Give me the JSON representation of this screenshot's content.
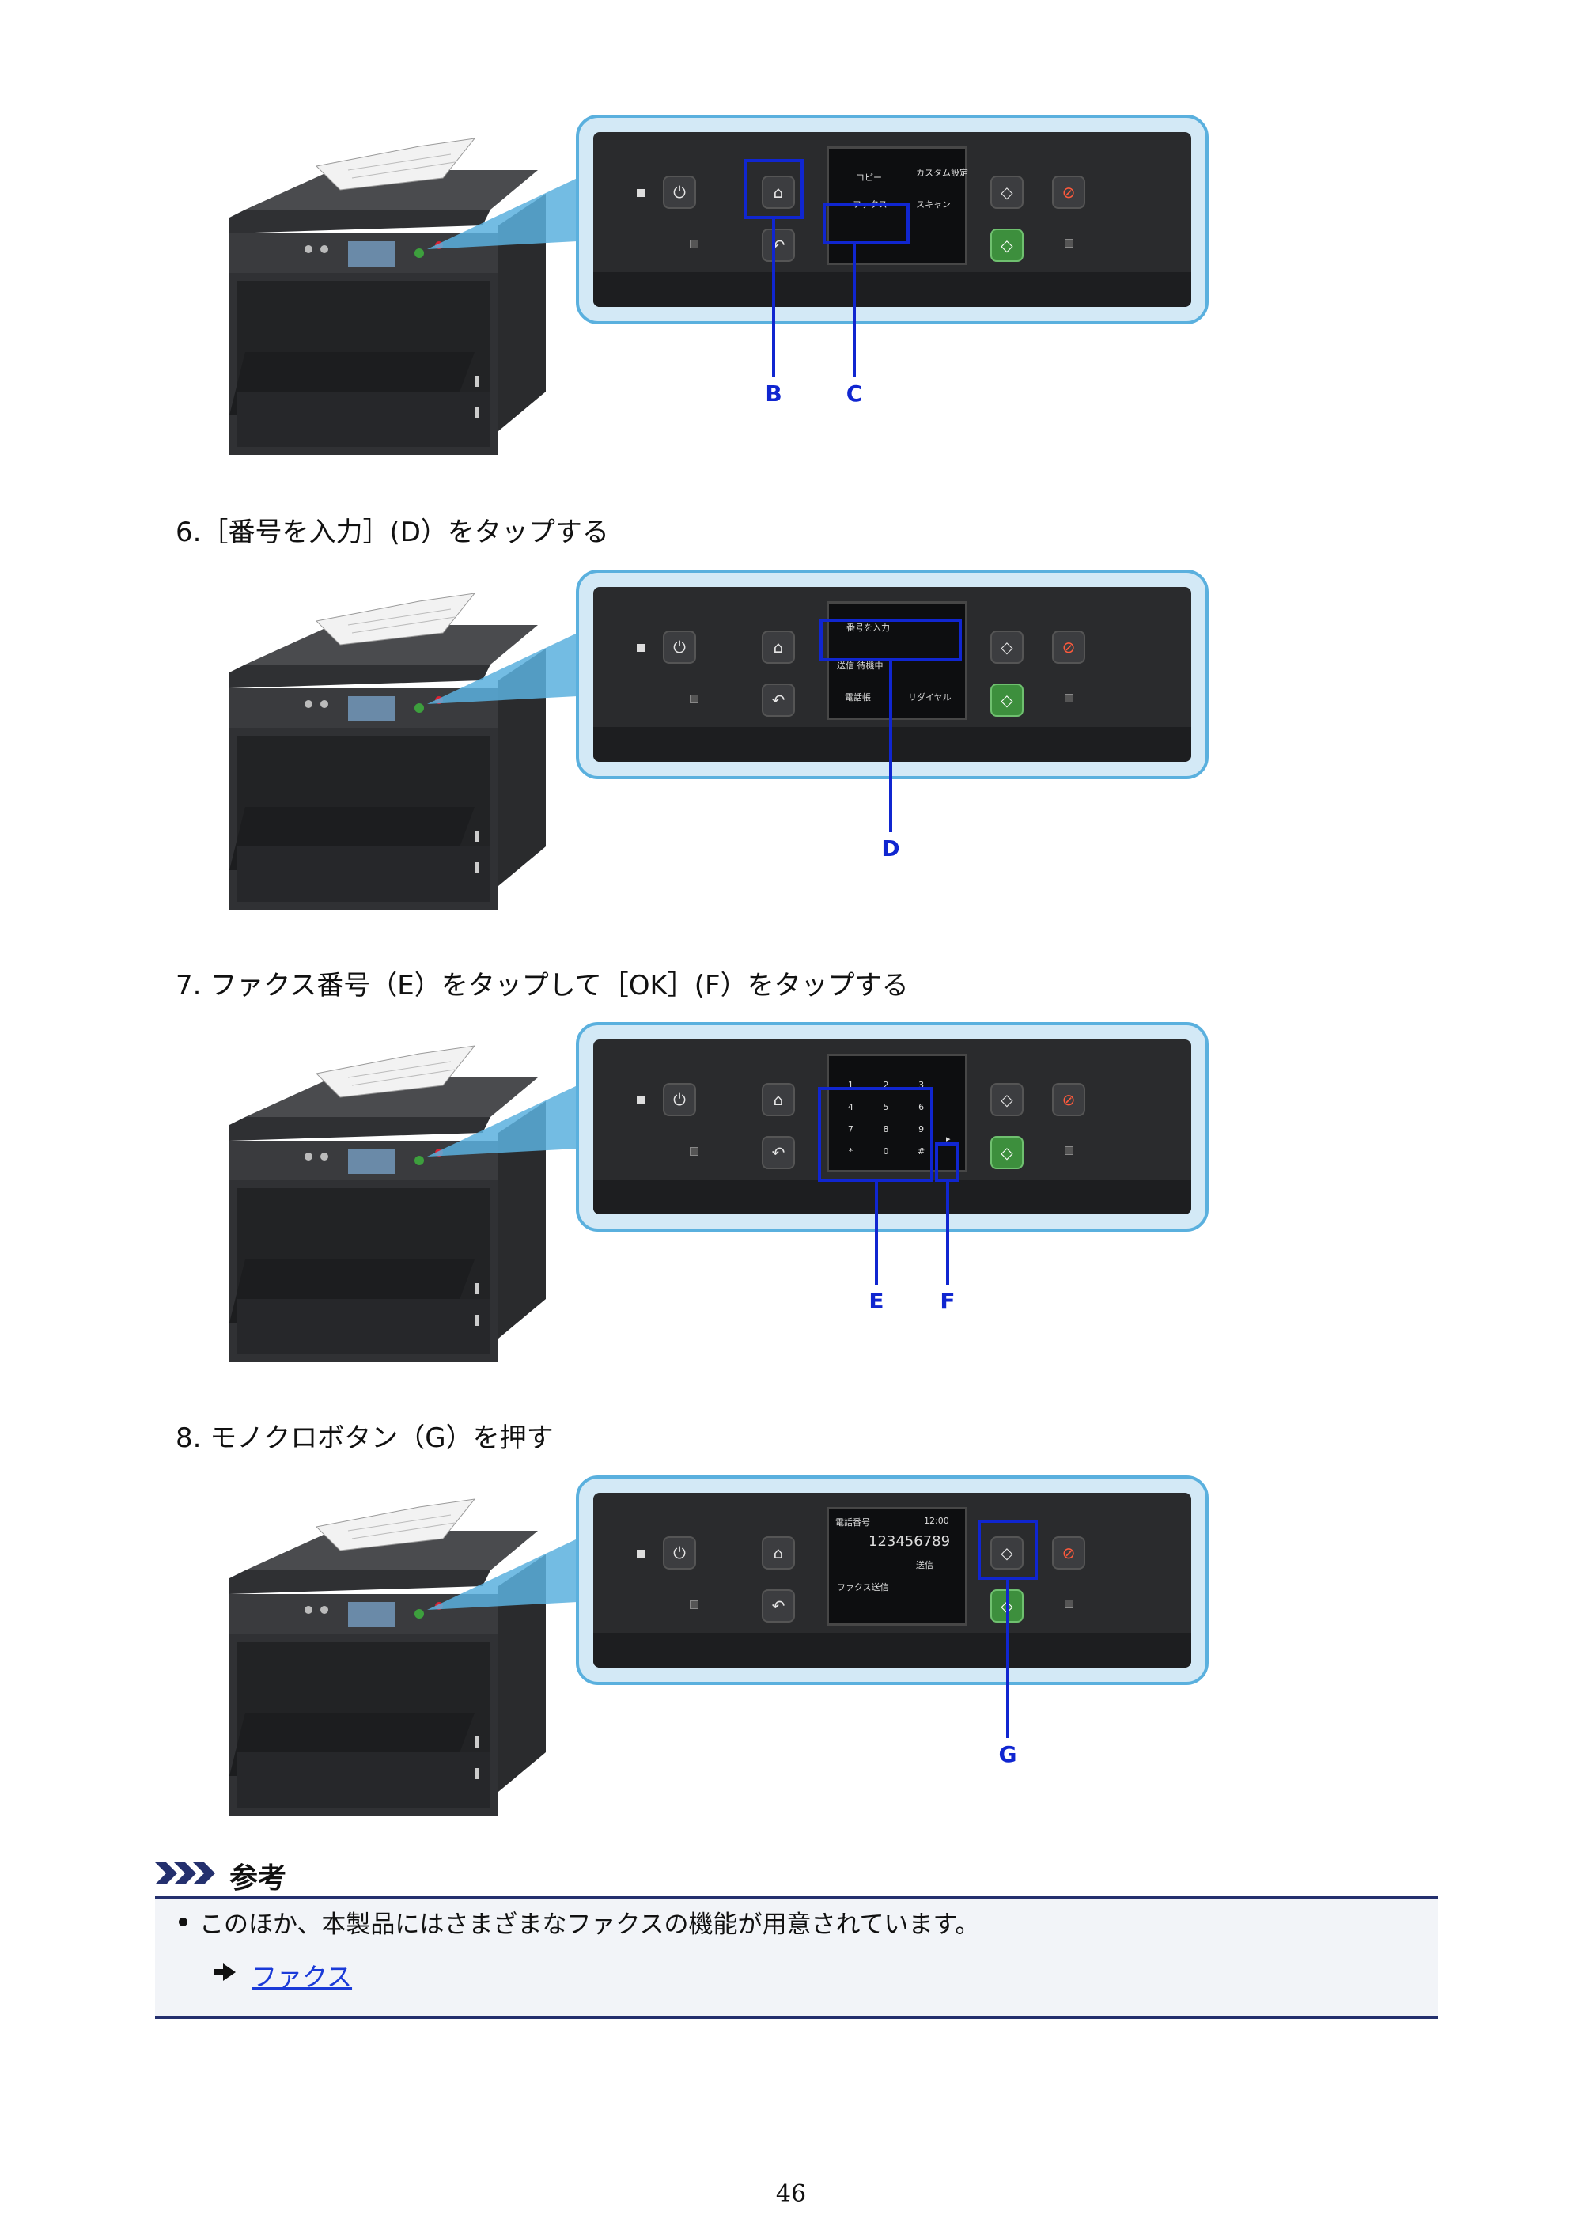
{
  "steps": [
    {
      "text": "6.［番号を入力］(D）をタップする"
    },
    {
      "text": "7. ファクス番号（E）をタップして［OK］(F）をタップする"
    },
    {
      "text": "8. モノクロボタン（G）を押す"
    }
  ],
  "figures": [
    {
      "callouts": [
        "B",
        "C"
      ],
      "screen": {
        "items": [
          "コピー",
          "カスタム設定",
          "ファクス",
          "スキャン"
        ]
      }
    },
    {
      "callouts": [
        "D"
      ],
      "screen": {
        "items": [
          "番号を入力",
          "送信 待機中",
          "電話帳",
          "リダイヤル"
        ]
      }
    },
    {
      "callouts": [
        "E",
        "F"
      ],
      "screen": {
        "keys": [
          "1",
          "2",
          "3",
          "4",
          "5",
          "6",
          "7",
          "8",
          "9",
          "*",
          "0",
          "#"
        ]
      }
    },
    {
      "callouts": [
        "G"
      ],
      "screen": {
        "items": [
          "電話番号",
          "12:00",
          "123456789",
          "送信",
          "ファクス送信"
        ]
      }
    }
  ],
  "note": {
    "heading": "参考",
    "text": "このほか、本製品にはさまざまなファクスの機能が用意されています。",
    "link": "ファクス"
  },
  "page_number": "46",
  "colors": {
    "highlight": "#1026d0",
    "panel_frame": "#5ab0de",
    "link": "#1a3ad8",
    "rule": "#24306e"
  }
}
